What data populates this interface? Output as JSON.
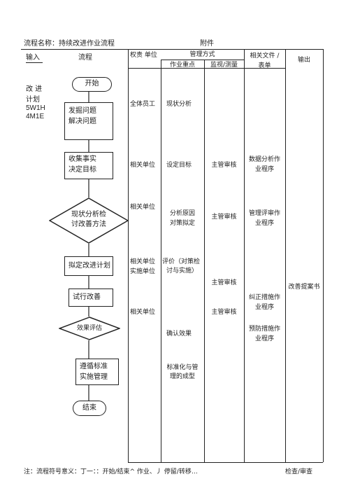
{
  "header": {
    "process_name": "流程名称：持续改进作业流程",
    "attachment": "附件"
  },
  "columns": {
    "input": "输入",
    "flow": "流程",
    "responsibility": "权责 单位",
    "management": "管理方式",
    "key_points": "作业重点",
    "monitor": "监视/测量",
    "docs_line1": "相关文件 /",
    "docs_line2": "表单",
    "output": "输出"
  },
  "inputs": {
    "line1": "改  进",
    "line2": "计划",
    "line3": "5W1H",
    "line4": "4M1E"
  },
  "flow": {
    "start": "开始",
    "step1_line1": "发掘问题",
    "step1_line2": "解决问题",
    "step2_line1": "收集事实",
    "step2_line2": "决定目标",
    "decision1_line1": "现状分析检",
    "decision1_line2": "讨改善方法",
    "step3": "拟定改进计划",
    "step4": "试行改善",
    "decision2": "效果评估",
    "step5_line1": "遵循标准",
    "step5_line2": "实施管理",
    "end": "结束"
  },
  "responsibility": {
    "r1": "全体员工",
    "r2": "相关单位",
    "r3": "相关单位",
    "r4_line1": "相关单位",
    "r4_line2": "实施单位",
    "r5": "相关单位"
  },
  "key_points": {
    "k1": "现状分析",
    "k2": "设定目标",
    "k3_line1": "分析原因",
    "k3_line2": "对策拟定",
    "k4_line1": "评价（对策检",
    "k4_line2": "讨与实施）",
    "k5": "确认效果",
    "k6_line1": "标准化与管",
    "k6_line2": "理的成型"
  },
  "monitor": {
    "m1": "主管审核",
    "m2": "主管审核",
    "m3": "主管审核",
    "m4": "主管审核"
  },
  "documents": {
    "d1_line1": "数据分析作",
    "d1_line2": "业程序",
    "d2_line1": "管理评审作",
    "d2_line2": "业程序",
    "d3_line1": "纠正措施作",
    "d3_line2": "业程序",
    "d4_line1": "预防措施作",
    "d4_line2": "业程序"
  },
  "output": {
    "o1": "改善提案书"
  },
  "footer": {
    "note": "注：流程符号意义：丁一：：开始/结束^ 作业、丿 停留/转移…",
    "check": "检查/审查"
  }
}
